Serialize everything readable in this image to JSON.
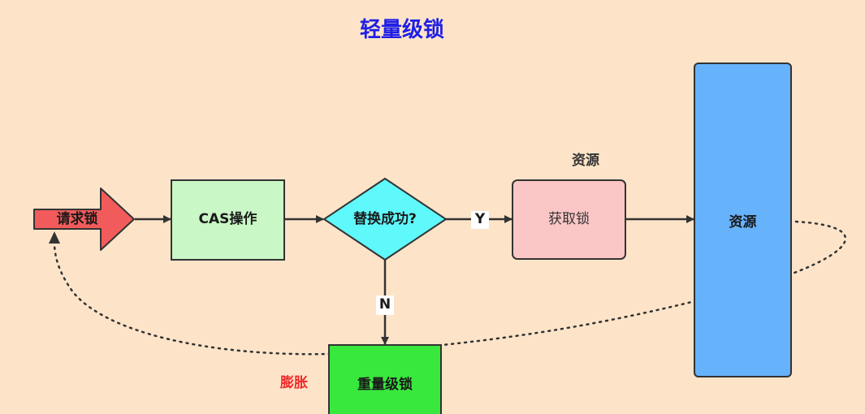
{
  "diagram": {
    "title": "轻量级锁",
    "nodes": {
      "request_lock": "请求锁",
      "cas_op": "CAS操作",
      "replace_success": "替换成功?",
      "acquire_lock": "获取锁",
      "resource_block": "资源",
      "heavyweight_lock": "重量级锁"
    },
    "labels": {
      "resource_above": "资源",
      "yes": "Y",
      "no": "N",
      "inflate": "膨胀"
    },
    "colors": {
      "background": "#fde4c9",
      "title": "#1f1fe6",
      "request_lock": "#f25b5b",
      "cas_op": "#c9f7c5",
      "replace_success": "#5ff8fb",
      "acquire_lock": "#fbc6c6",
      "resource_block": "#66b2fb",
      "heavyweight_lock": "#39e83d",
      "inflate_label": "#f02a2a"
    }
  }
}
